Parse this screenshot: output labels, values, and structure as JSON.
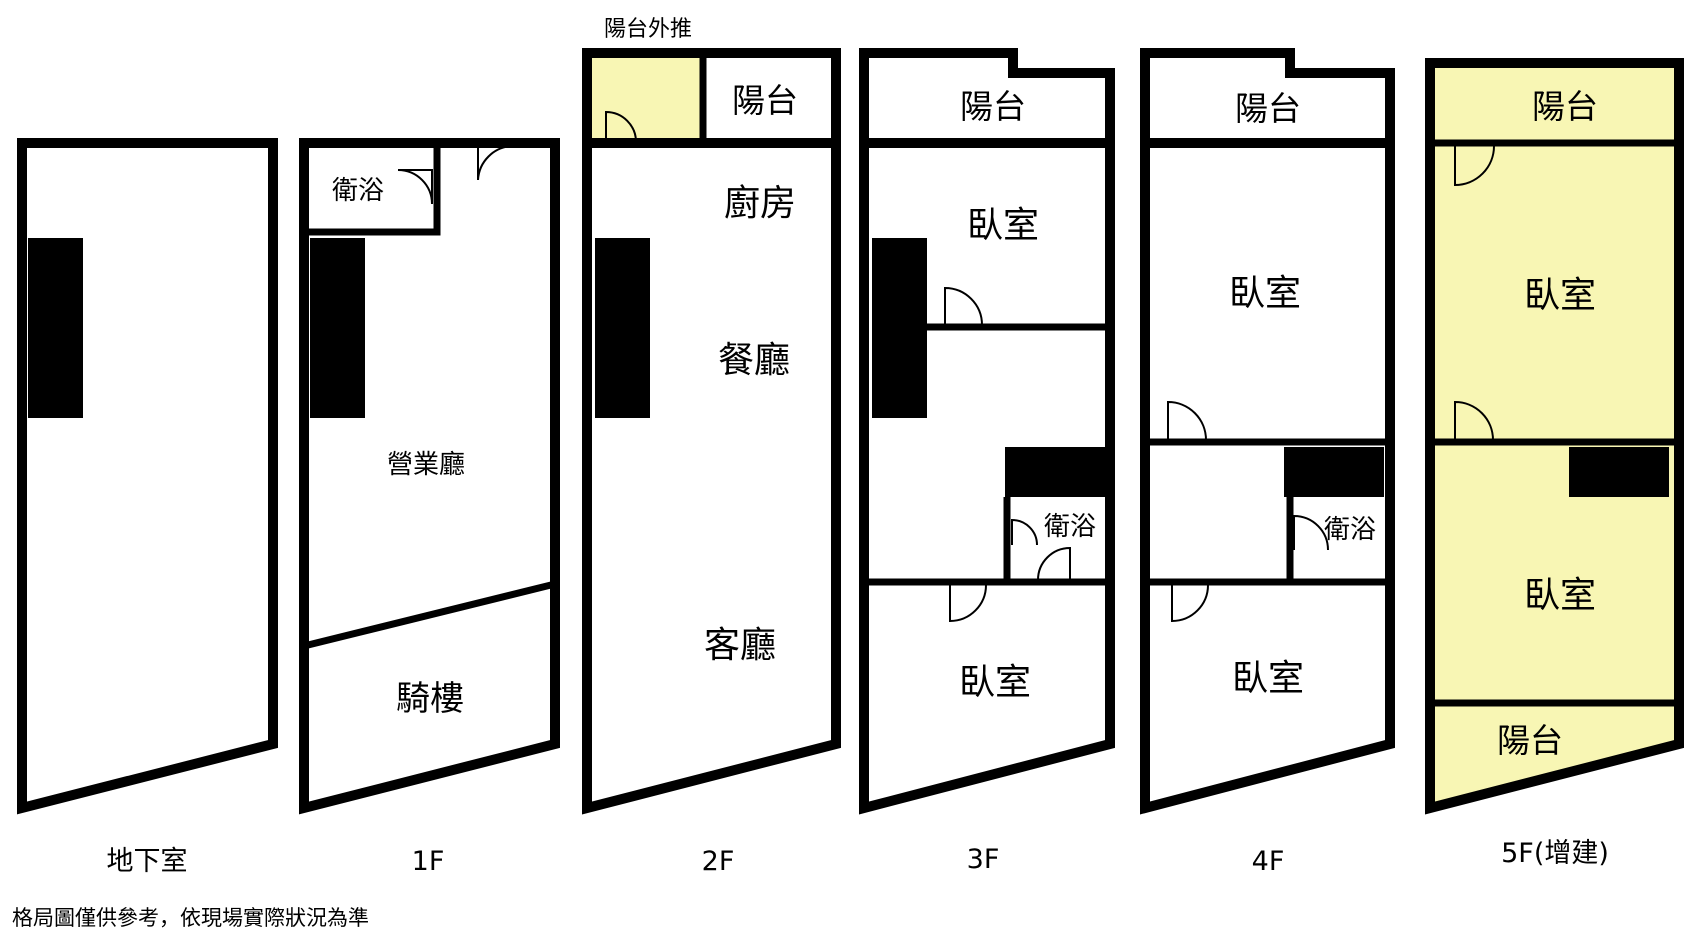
{
  "floors": {
    "basement": {
      "caption": "地下室"
    },
    "f1": {
      "caption": "1F",
      "rooms": {
        "bath": "衛浴",
        "shop": "營業廳",
        "arcade": "騎樓"
      }
    },
    "f2": {
      "caption": "2F",
      "balcony_ext": "陽台外推",
      "rooms": {
        "balcony": "陽台",
        "kitchen": "廚房",
        "dining": "餐廳",
        "living": "客廳"
      }
    },
    "f3": {
      "caption": "3F",
      "rooms": {
        "balcony": "陽台",
        "bed_top": "臥室",
        "bath": "衛浴",
        "bed_bottom": "臥室"
      }
    },
    "f4": {
      "caption": "4F",
      "rooms": {
        "balcony": "陽台",
        "bed_top": "臥室",
        "bath": "衛浴",
        "bed_bottom": "臥室"
      }
    },
    "f5": {
      "caption": "5F(增建)",
      "rooms": {
        "balcony_top": "陽台",
        "bed_top": "臥室",
        "bed_bottom": "臥室",
        "balcony_bottom": "陽台"
      }
    }
  },
  "note": "格局圖僅供參考，依現場實際狀況為準",
  "colors": {
    "highlight": "#f8f6b4",
    "wall": "#000000"
  }
}
